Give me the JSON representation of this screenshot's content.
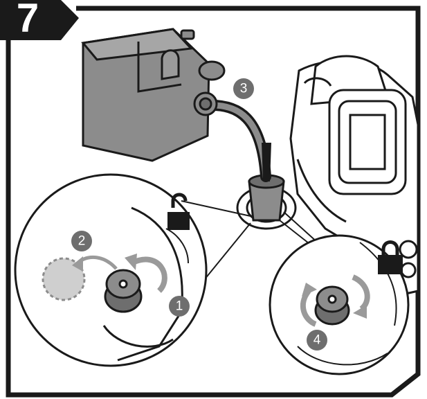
{
  "step_number": "7",
  "callouts": [
    "1",
    "2",
    "3",
    "4"
  ],
  "icons": {
    "unlocked": "padlock-open-icon",
    "locked": "padlock-closed-icon"
  },
  "colors": {
    "ink": "#1a1a1a",
    "canister_gray": "#8c8c8c",
    "callout_gray": "#6e6e6e",
    "arrow_gray": "#9a9a9a"
  }
}
